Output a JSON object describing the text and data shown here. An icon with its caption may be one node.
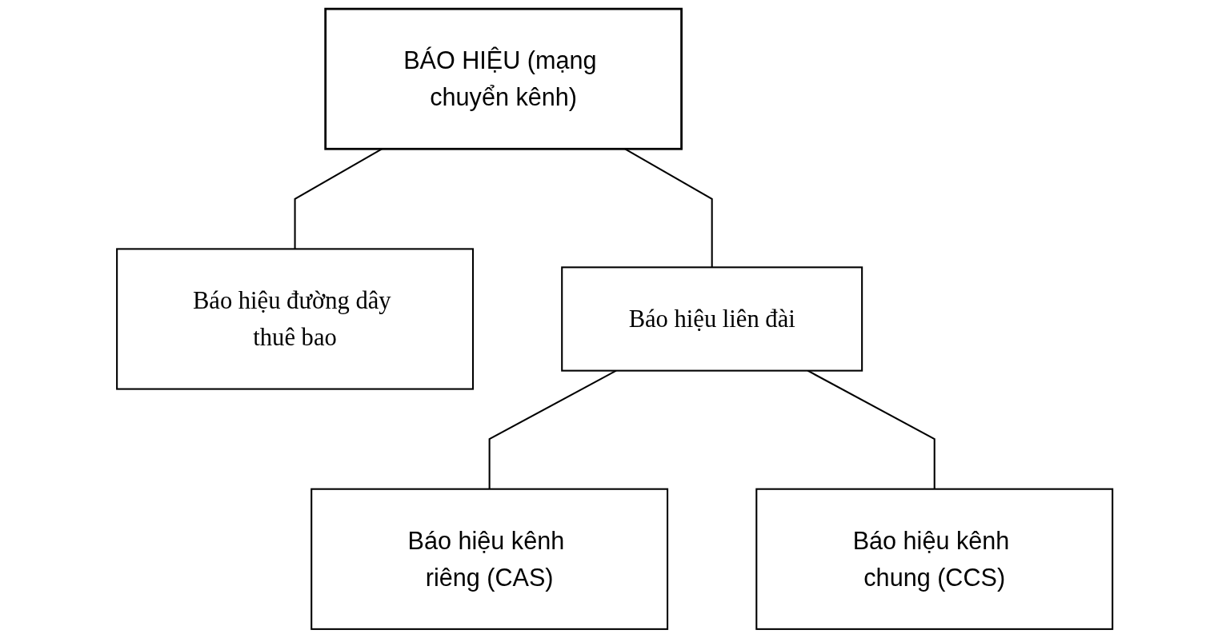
{
  "diagram": {
    "nodes": [
      {
        "text": [
          "BÁO HIỆU (mạng chuyển kênh)"
        ]
      },
      {
        "text": [
          "Báo hiệu đường dây thuê bao"
        ]
      },
      {
        "text": [
          "Báo hiệu liên đài"
        ]
      },
      {
        "text": [
          "Báo hiệu kênh riêng (CAS)"
        ]
      },
      {
        "text": [
          "Báo hiệu kênh chung (CCS)"
        ]
      }
    ],
    "edges": [
      {
        "from": 0,
        "to": 1,
        "arrow": "none"
      },
      {
        "from": 0,
        "to": 2,
        "arrow": "none"
      },
      {
        "from": 2,
        "to": 3,
        "arrow": "none"
      },
      {
        "from": 2,
        "to": 4,
        "arrow": "none"
      }
    ]
  }
}
